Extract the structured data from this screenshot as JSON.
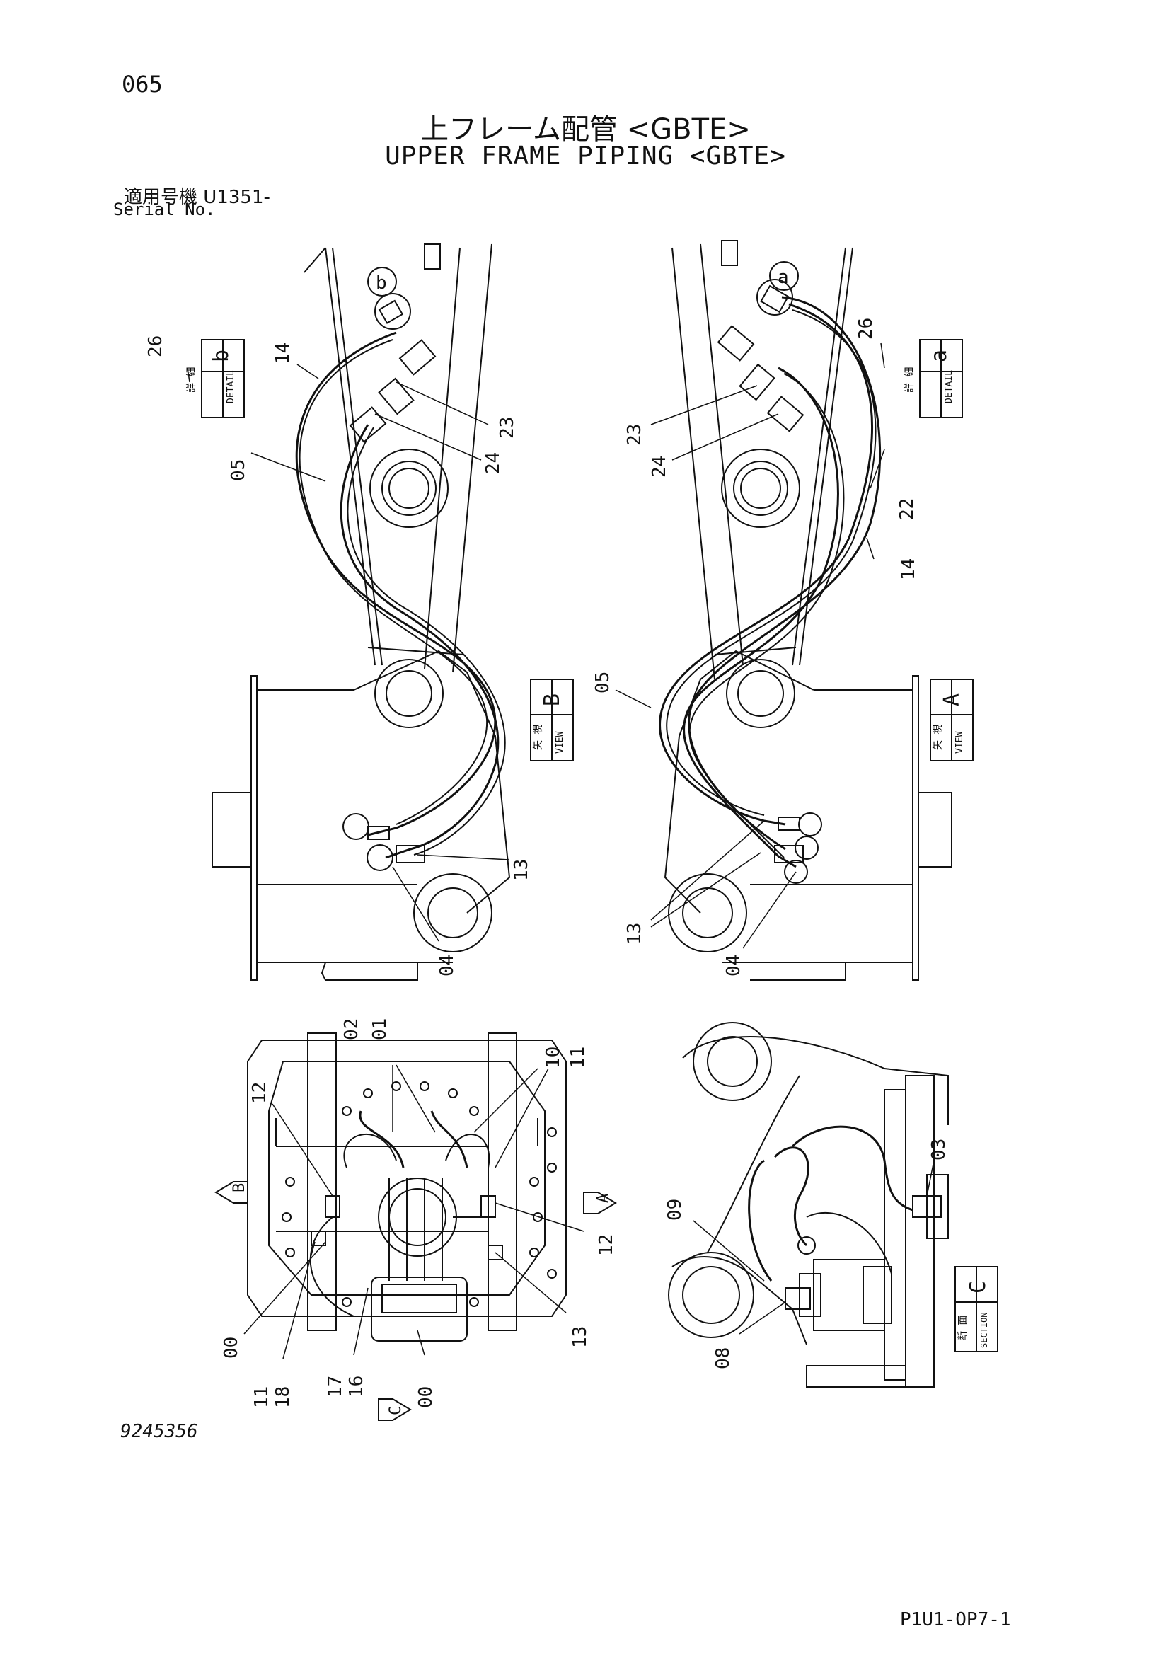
{
  "page_number": "065",
  "title_jp": "上フレーム配管 <GBTE>",
  "title_en": "UPPER FRAME PIPING <GBTE>",
  "serial_label_jp": "適用号機",
  "serial_value": "U1351-",
  "serial_label_en": "Serial No.",
  "drawing_number": "9245356",
  "page_code": "P1U1-OP7-1",
  "boxes": {
    "detail_b": {
      "jp": "詳 細",
      "en": "DETAIL",
      "letter": "b"
    },
    "detail_a": {
      "jp": "詳 細",
      "en": "DETAIL",
      "letter": "a"
    },
    "view_b": {
      "jp": "矢 視",
      "en": "VIEW",
      "letter": "B"
    },
    "view_a": {
      "jp": "矢 視",
      "en": "VIEW",
      "letter": "A"
    },
    "section_c": {
      "jp": "断 面",
      "en": "SECTION",
      "letter": "C"
    }
  },
  "circle_labels": {
    "b": "b",
    "a": "a"
  },
  "arrow_labels": {
    "B": "B",
    "A": "A",
    "C": "C"
  },
  "callouts": {
    "p26_left": "26",
    "p14_left": "14",
    "p05_left": "05",
    "p23_left": "23",
    "p24_left": "24",
    "p13_left": "13",
    "p04_left": "04",
    "p26_right": "26",
    "p23_right": "23",
    "p24_right": "24",
    "p22_right": "22",
    "p14_right": "14",
    "p05_right": "05",
    "p13_right": "13",
    "p04_right": "04",
    "p02": "02",
    "p01": "01",
    "p10": "10",
    "p11_top": "11",
    "p12_left": "12",
    "p12_right": "12",
    "p00_left": "00",
    "p11_bot": "11",
    "p18": "18",
    "p17": "17",
    "p16": "16",
    "p00_bot": "00",
    "p13_bot": "13",
    "p03": "03",
    "p09": "09",
    "p08": "08"
  }
}
